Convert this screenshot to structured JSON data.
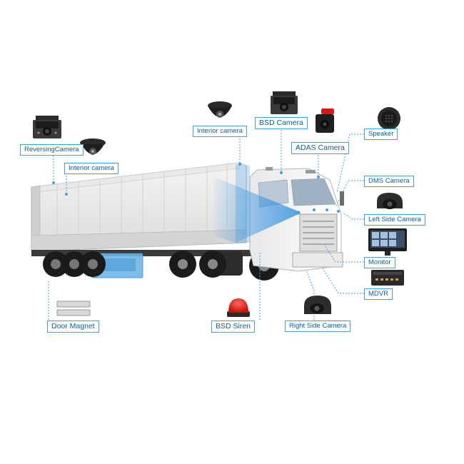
{
  "labels": {
    "reversing_camera": "ReversingCamera",
    "interior_camera_rear": "Interior camera",
    "interior_camera_top": "Interior camera",
    "bsd_camera": "BSD Camera",
    "adas_camera": "ADAS Camera",
    "speaker": "Speaker",
    "dms_camera": "DMS Camera",
    "left_side_camera": "Left Side Camera",
    "monitor": "Monitor",
    "mdvr": "MDVR",
    "door_magnet": "Door Magnet",
    "bsd_siren": "BSD Siren",
    "right_side_camera": "Right Side Camera"
  },
  "colors": {
    "accent": "#4a9fd8",
    "label_text": "#0b5e96",
    "coverage_beam": "#2e8fe0"
  }
}
